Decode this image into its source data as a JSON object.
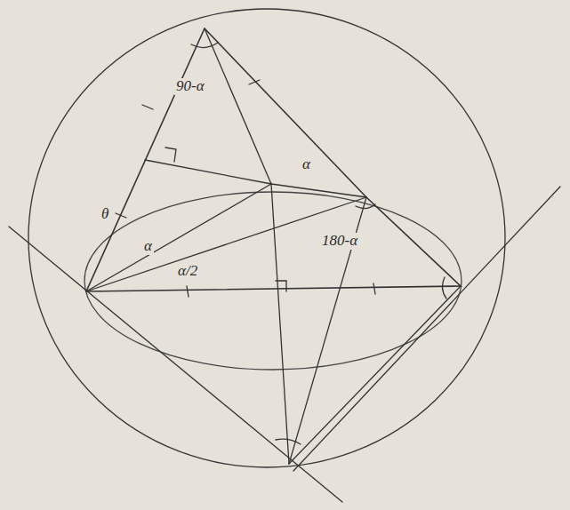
{
  "diagram": {
    "labels": [
      "90-α",
      "α",
      "180-α",
      "θ",
      "α",
      "α/2"
    ]
  }
}
